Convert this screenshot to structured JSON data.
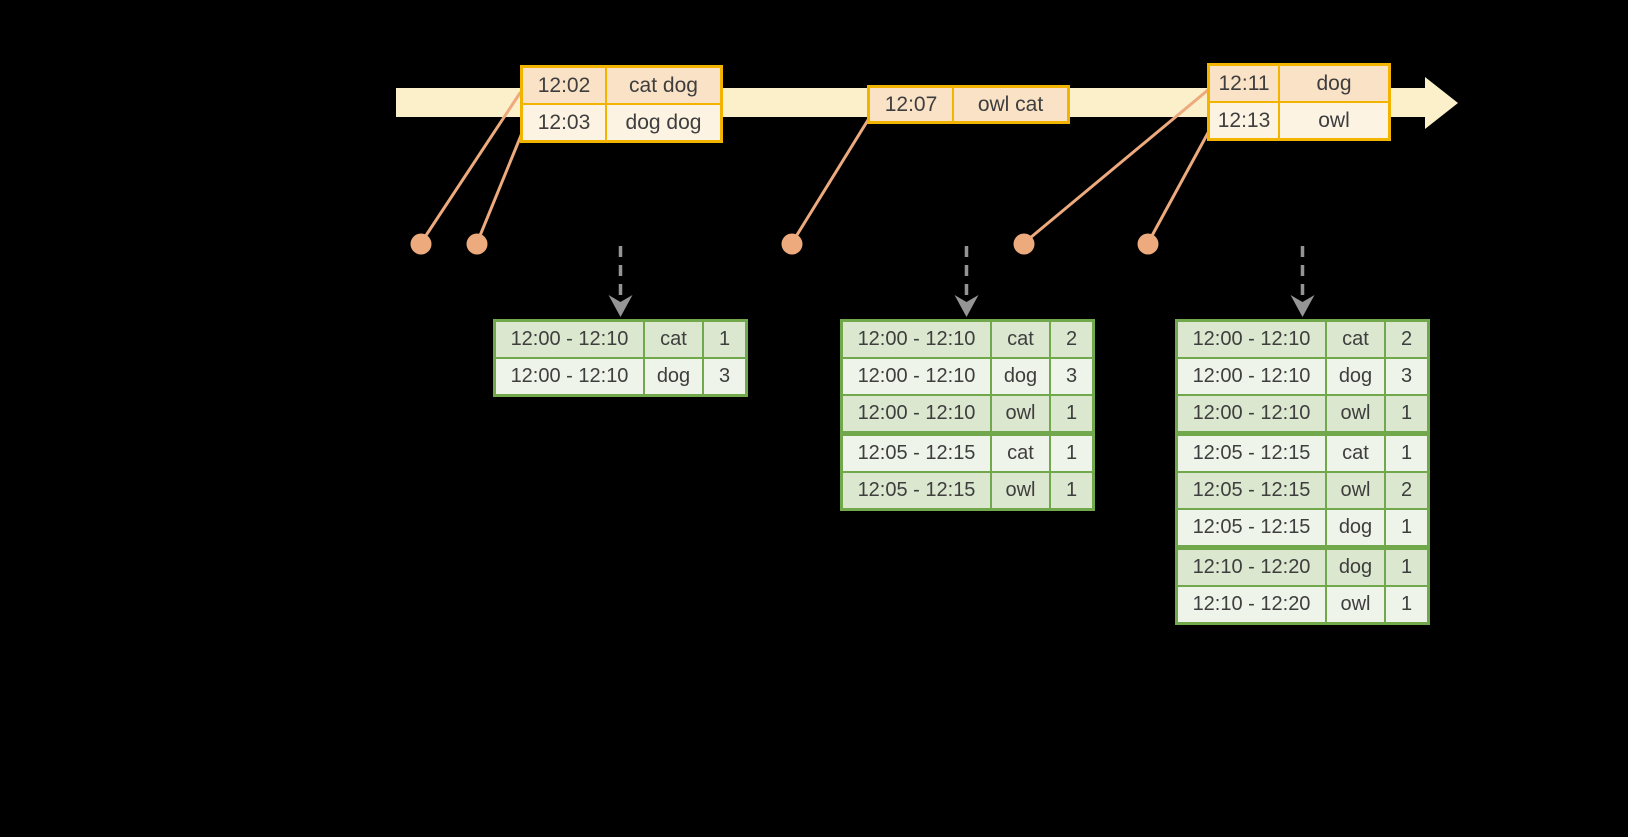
{
  "colors": {
    "background": "#000000",
    "timeline_fill": "#fbf0c9",
    "event_border": "#f3b400",
    "event_row_dark": "#fae2c6",
    "event_row_light": "#fdf3e3",
    "result_border": "#70a84b",
    "result_row_dark": "#dbe7ce",
    "result_row_light": "#eff4ea",
    "connector": "#ecaa7d",
    "trigger_arrow": "#959595",
    "text": "#3e3e3e"
  },
  "icons": {
    "timeline_arrow": "right-arrow",
    "trigger_arrow": "dashed-down-arrow",
    "event_marker": "dot"
  },
  "event_tables": [
    {
      "rows": [
        {
          "time": "12:02",
          "words": "cat dog"
        },
        {
          "time": "12:03",
          "words": "dog dog"
        }
      ]
    },
    {
      "rows": [
        {
          "time": "12:07",
          "words": "owl cat"
        }
      ]
    },
    {
      "rows": [
        {
          "time": "12:11",
          "words": "dog"
        },
        {
          "time": "12:13",
          "words": "owl"
        }
      ]
    }
  ],
  "result_tables": [
    {
      "rows": [
        {
          "window": "12:00 - 12:10",
          "word": "cat",
          "count": "1"
        },
        {
          "window": "12:00 - 12:10",
          "word": "dog",
          "count": "3"
        }
      ]
    },
    {
      "rows": [
        {
          "window": "12:00 - 12:10",
          "word": "cat",
          "count": "2"
        },
        {
          "window": "12:00 - 12:10",
          "word": "dog",
          "count": "3"
        },
        {
          "window": "12:00 - 12:10",
          "word": "owl",
          "count": "1"
        },
        {
          "window": "12:05 - 12:15",
          "word": "cat",
          "count": "1"
        },
        {
          "window": "12:05 - 12:15",
          "word": "owl",
          "count": "1"
        }
      ]
    },
    {
      "rows": [
        {
          "window": "12:00 - 12:10",
          "word": "cat",
          "count": "2"
        },
        {
          "window": "12:00 - 12:10",
          "word": "dog",
          "count": "3"
        },
        {
          "window": "12:00 - 12:10",
          "word": "owl",
          "count": "1"
        },
        {
          "window": "12:05 - 12:15",
          "word": "cat",
          "count": "1"
        },
        {
          "window": "12:05 - 12:15",
          "word": "owl",
          "count": "2"
        },
        {
          "window": "12:05 - 12:15",
          "word": "dog",
          "count": "1"
        },
        {
          "window": "12:10 - 12:20",
          "word": "dog",
          "count": "1"
        },
        {
          "window": "12:10 - 12:20",
          "word": "owl",
          "count": "1"
        }
      ]
    }
  ]
}
